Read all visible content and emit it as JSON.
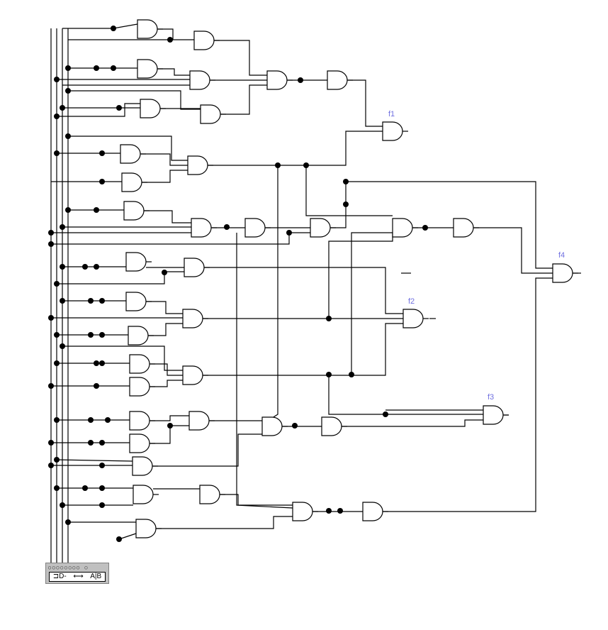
{
  "circuit": {
    "outputs": [
      {
        "id": "f1",
        "label": "f1"
      },
      {
        "id": "f2",
        "label": "f2"
      },
      {
        "id": "f3",
        "label": "f3"
      },
      {
        "id": "f4",
        "label": "f4"
      }
    ],
    "input_bus_lines": 4,
    "gate_type": "AND",
    "word_generator": {
      "label": "A|B",
      "icon_gate": "gate-icon",
      "icon_arrow": "double-arrow-icon",
      "pins": "○○○○○○○○ ○"
    }
  }
}
